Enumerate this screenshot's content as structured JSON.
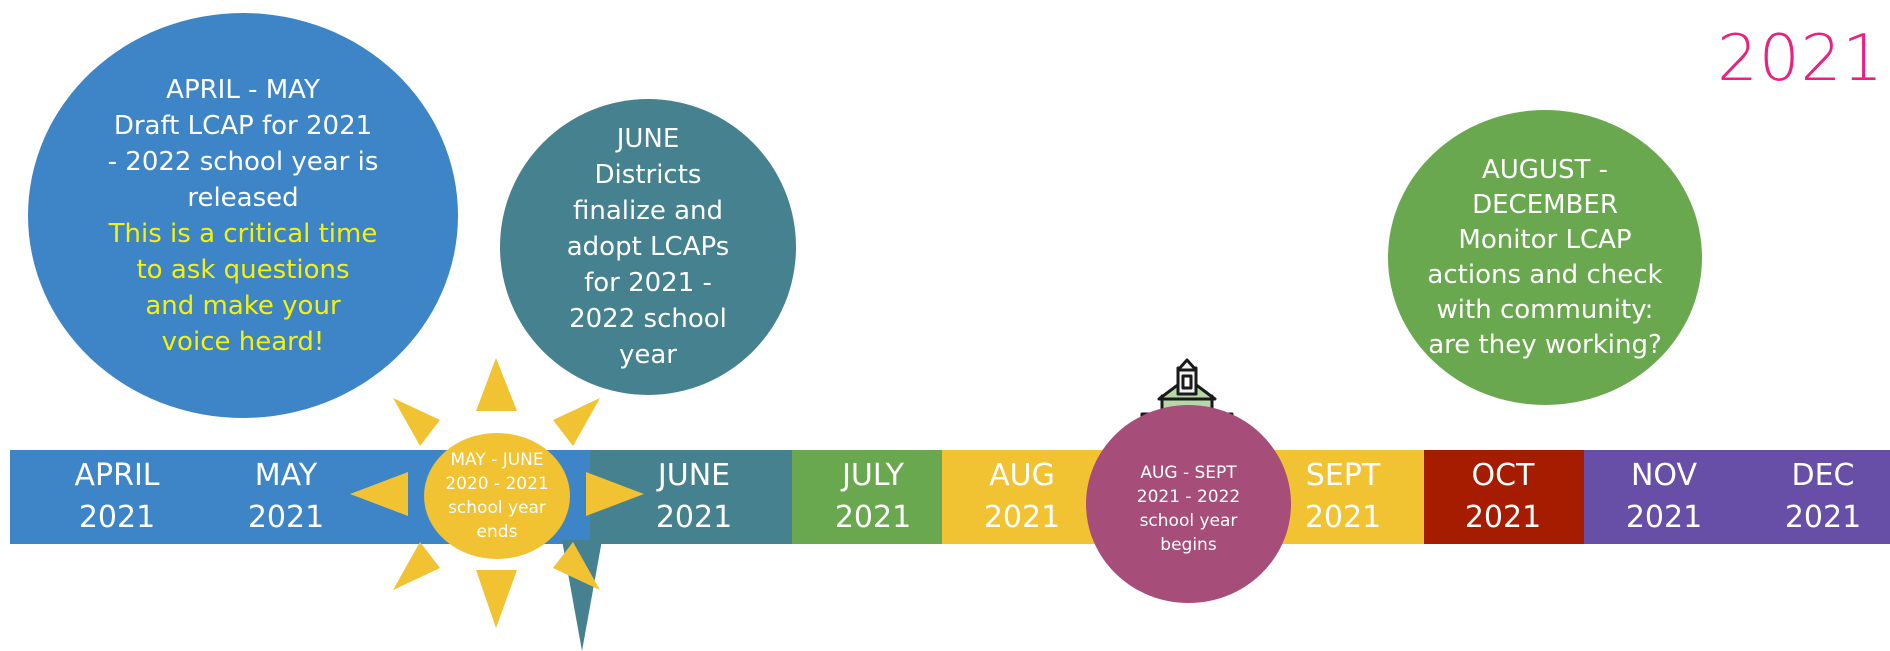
{
  "year_title": "2021",
  "colors": {
    "blue": "#3d85c6",
    "teal": "#45818e",
    "green": "#6aa84f",
    "yellow": "#f1c232",
    "red": "#a61c00",
    "purple": "#674ea7",
    "magenta": "#a64d79",
    "pink": "#e8237f",
    "highlight": "#f5f10a"
  },
  "months": [
    {
      "line1": "APRIL",
      "line2": "2021"
    },
    {
      "line1": "MAY",
      "line2": "2021"
    },
    {
      "line1": "JUNE",
      "line2": "2021"
    },
    {
      "line1": "JULY",
      "line2": "2021"
    },
    {
      "line1": "AUG",
      "line2": "2021"
    },
    {
      "line1": "SEPT",
      "line2": "2021"
    },
    {
      "line1": "OCT",
      "line2": "2021"
    },
    {
      "line1": "NOV",
      "line2": "2021"
    },
    {
      "line1": "DEC",
      "line2": "2021"
    }
  ],
  "callouts": {
    "april_may": {
      "lines": [
        "APRIL - MAY",
        "Draft LCAP for 2021",
        "- 2022 school year is",
        "released"
      ],
      "highlight_lines": [
        "This is a critical time",
        "to ask questions",
        "and make your",
        "voice heard!"
      ]
    },
    "june": {
      "lines": [
        "JUNE",
        "Districts",
        "finalize and",
        "adopt LCAPs",
        "for 2021 -",
        "2022 school",
        "year"
      ]
    },
    "aug_dec": {
      "lines": [
        "AUGUST -",
        "DECEMBER",
        "Monitor LCAP",
        "actions and check",
        "with community:",
        "are they working?"
      ]
    },
    "may_june_sun": {
      "lines": [
        "MAY - JUNE",
        "2020 - 2021",
        "school year",
        "ends"
      ]
    },
    "aug_sept": {
      "lines": [
        "AUG - SEPT",
        "2021 - 2022",
        "school year",
        "begins"
      ]
    }
  },
  "icons": {
    "sun": "sun-icon",
    "school": "school-building-icon"
  }
}
